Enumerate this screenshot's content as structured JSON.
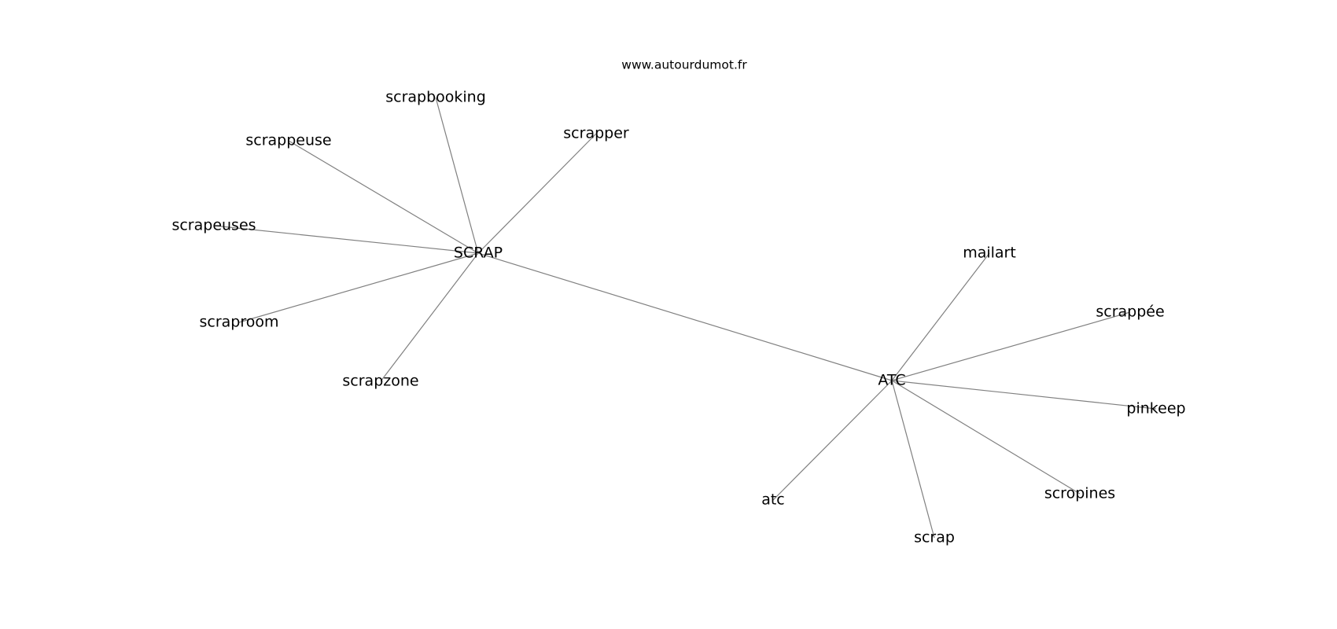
{
  "site_credit": "www.autourdumot.fr",
  "graph": {
    "hubs": [
      "SCRAP",
      "ATC"
    ],
    "nodes": [
      {
        "id": "SCRAP",
        "label": "SCRAP"
      },
      {
        "id": "ATC",
        "label": "ATC"
      },
      {
        "id": "scrapbooking",
        "label": "scrapbooking"
      },
      {
        "id": "scrapper",
        "label": "scrapper"
      },
      {
        "id": "scrappeuse",
        "label": "scrappeuse"
      },
      {
        "id": "scrapeuses",
        "label": "scrapeuses"
      },
      {
        "id": "scraproom",
        "label": "scraproom"
      },
      {
        "id": "scrapzone",
        "label": "scrapzone"
      },
      {
        "id": "mailart",
        "label": "mailart"
      },
      {
        "id": "scrappee",
        "label": "scrappée"
      },
      {
        "id": "pinkeep",
        "label": "pinkeep"
      },
      {
        "id": "scropines",
        "label": "scropines"
      },
      {
        "id": "scrap",
        "label": "scrap"
      },
      {
        "id": "atc",
        "label": "atc"
      }
    ],
    "edges": [
      [
        "SCRAP",
        "ATC"
      ],
      [
        "SCRAP",
        "scrapbooking"
      ],
      [
        "SCRAP",
        "scrapper"
      ],
      [
        "SCRAP",
        "scrappeuse"
      ],
      [
        "SCRAP",
        "scrapeuses"
      ],
      [
        "SCRAP",
        "scraproom"
      ],
      [
        "SCRAP",
        "scrapzone"
      ],
      [
        "ATC",
        "mailart"
      ],
      [
        "ATC",
        "scrappee"
      ],
      [
        "ATC",
        "pinkeep"
      ],
      [
        "ATC",
        "scropines"
      ],
      [
        "ATC",
        "scrap"
      ],
      [
        "ATC",
        "atc"
      ]
    ],
    "colors": {
      "edge": "#808080",
      "label": "#000000",
      "background": "#ffffff"
    }
  }
}
